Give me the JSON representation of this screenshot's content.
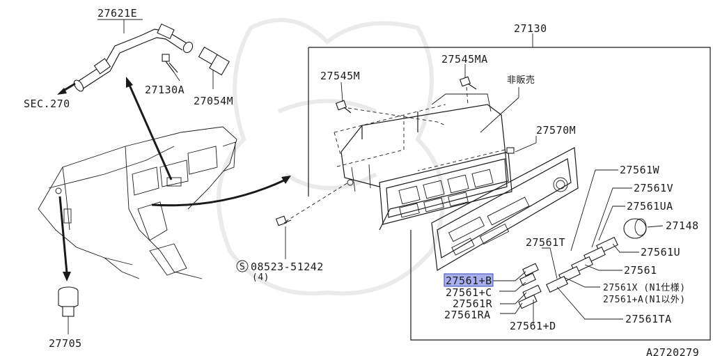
{
  "labels": {
    "p27621E": "27621E",
    "sec270": "SEC.270",
    "p27130A": "27130A",
    "p27054M": "27054M",
    "p27130": "27130",
    "p27545M": "27545M",
    "p27545MA": "27545MA",
    "not_for_sale": "非販売",
    "p27570M": "27570M",
    "p27561W": "27561W",
    "p27561V": "27561V",
    "p27561UA": "27561UA",
    "p27148": "27148",
    "p27561U": "27561U",
    "p27561T": "27561T",
    "p27561": "27561",
    "p27561X": "27561X (N1仕様)",
    "p27561plusA": "27561+A(N1以外)",
    "p27561TA": "27561TA",
    "p27561plusB": "27561+B",
    "p27561plusC": "27561+C",
    "p27561R": "27561R",
    "p27561RA": "27561RA",
    "p27561plusD": "27561+D",
    "screw_num": "08523-51242",
    "screw_qty": "(4)",
    "screw_symbol": "S",
    "p27705": "27705",
    "drawing_id": "A2720279"
  },
  "colors": {
    "line": "#1a1a1a",
    "highlight": "#8a94e6",
    "background": "#ffffff"
  }
}
